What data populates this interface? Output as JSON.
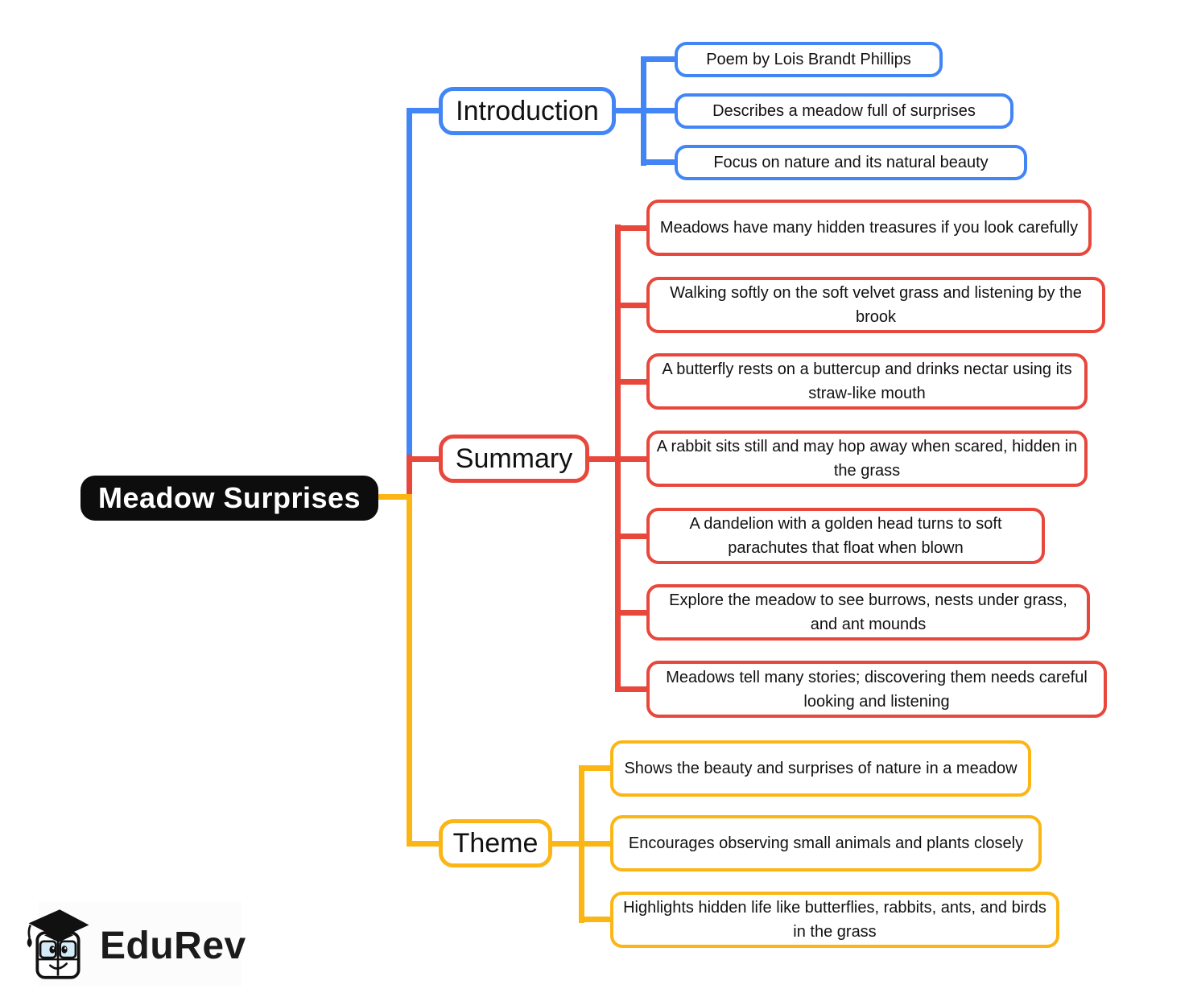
{
  "root": {
    "label": "Meadow Surprises"
  },
  "branches": [
    {
      "label": "Introduction",
      "color": "#4285f4",
      "children": [
        "Poem by Lois Brandt Phillips",
        "Describes a meadow full of surprises",
        "Focus on nature and its natural beauty"
      ]
    },
    {
      "label": "Summary",
      "color": "#e8473c",
      "children": [
        "Meadows have many hidden treasures if you look carefully",
        "Walking softly on the soft velvet grass and listening by the brook",
        "A butterfly rests on a buttercup and drinks nectar using its straw-like mouth",
        "A rabbit sits still and may hop away when scared, hidden in the grass",
        "A dandelion with a golden head turns to soft parachutes that float when blown",
        "Explore the meadow to see burrows, nests under grass, and ant mounds",
        "Meadows tell many stories; discovering them needs careful looking and listening"
      ]
    },
    {
      "label": "Theme",
      "color": "#fbb615",
      "children": [
        "Shows the beauty and surprises of nature in a meadow",
        "Encourages observing small animals and plants closely",
        "Highlights hidden life like butterflies, rabbits, ants, and birds in the grass"
      ]
    }
  ],
  "logo": {
    "brand": "EduRev",
    "icon": "graduation-cap-book-mascot"
  },
  "colors": {
    "root_bg": "#0d0d0d",
    "root_text": "#ffffff",
    "introduction": "#4285f4",
    "summary": "#e8473c",
    "theme": "#fbb615",
    "node_bg": "#ffffff",
    "node_text": "#111111"
  }
}
